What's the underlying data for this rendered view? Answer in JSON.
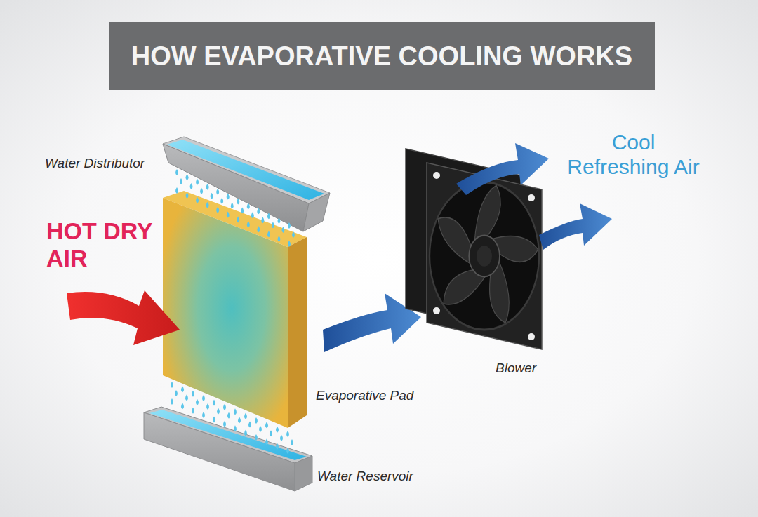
{
  "diagram": {
    "title": "HOW EVAPORATIVE COOLING WORKS",
    "labels": [
      "Water Distributor",
      "Cool Refreshing Air",
      "HOT DRY AIR",
      "Evaporative Pad",
      "Blower",
      "Water Reservoir"
    ]
  }
}
